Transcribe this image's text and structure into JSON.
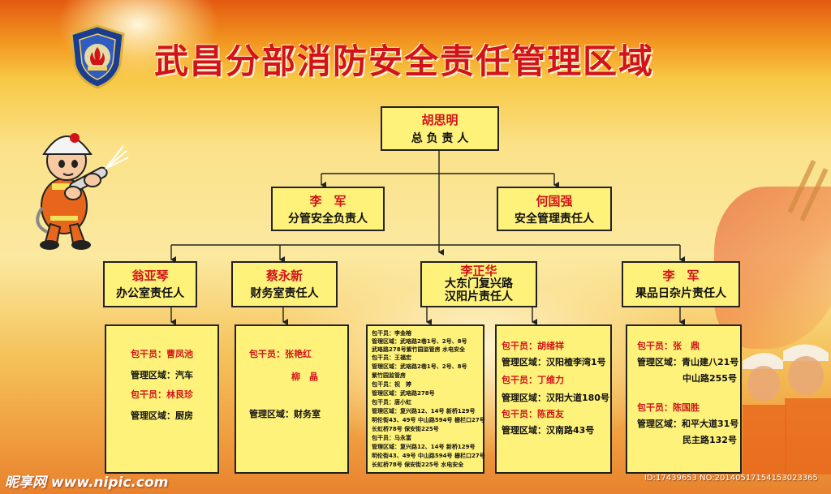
{
  "title": "武昌分部消防安全责任管理区域",
  "chief": {
    "name": "胡思明",
    "role": "总 负 责 人"
  },
  "deputies": [
    {
      "name": "李　军",
      "role": "分管安全负责人"
    },
    {
      "name": "何国强",
      "role": "安全管理责任人"
    }
  ],
  "level3": [
    {
      "name": "翁亚琴",
      "role": "办公室责任人"
    },
    {
      "name": "蔡永新",
      "role": "财务室责任人"
    },
    {
      "name": "李正华",
      "role": "大东门复兴路",
      "role2": "汉阳片责任人"
    },
    {
      "name": "李　军",
      "role": "果品日杂片责任人"
    }
  ],
  "panel1": {
    "lines": [
      {
        "label": "包干员：",
        "value": "曹凤池"
      },
      {
        "label": "管理区域：",
        "value": "汽车"
      },
      {
        "label": "包干员：",
        "value": "林艮珍"
      },
      {
        "label": "管理区域：",
        "value": "厨房"
      }
    ]
  },
  "panel2": {
    "lines": [
      {
        "label": "包干员：",
        "value": "张艳红"
      },
      {
        "label": "",
        "value": "柳　晶"
      },
      {
        "label": "管理区域：",
        "value": "财务室"
      }
    ]
  },
  "panel3": {
    "lines": [
      "包干员：李金榕",
      "管理区域：武珞路2巷1号、2号、8号",
      "武珞路278号紫竹园监管房  水电安全",
      "包干员：王福宏",
      "管理区域：武珞路2巷1号、2号、8号",
      "紫竹园监管房",
      "包干员：祝　婷",
      "管理区域：武珞路278号",
      "包干员：唐小虹",
      "管理区域：复兴路12、14号  新桥129号",
      "明伦街43、49号  中山路594号  栅栏口27号",
      "长虹桥78号  保安街225号",
      "包干员：马永富",
      "管理区域：复兴路12、14号  新桥129号",
      "明伦街43、49号  中山路594号  栅栏口27号",
      "长虹桥78号  保安街225号  水电安全"
    ]
  },
  "panel4": {
    "lines": [
      {
        "label": "包干员：",
        "value": "胡绪祥"
      },
      {
        "label": "管理区域：",
        "value": "汉阳楂李湾1号"
      },
      {
        "label": "包干员：",
        "value": "丁维力"
      },
      {
        "label": "管理区域：",
        "value": "汉阳大道180号"
      },
      {
        "label": "包干员：",
        "value": "陈西友"
      },
      {
        "label": "管理区域：",
        "value": "汉南路43号"
      }
    ]
  },
  "panel5": {
    "lines": [
      {
        "label": "包干员：",
        "value": "张　鼎"
      },
      {
        "label": "管理区域：",
        "value": "青山建八21号"
      },
      {
        "label": "",
        "value": "中山路255号"
      },
      {
        "label": "包干员：",
        "value": "陈国胜"
      },
      {
        "label": "管理区域：",
        "value": "和平大道31号"
      },
      {
        "label": "",
        "value": "民主路132号"
      }
    ]
  },
  "watermark_left": "昵享网 www.nipic.com",
  "watermark_right": "ID:17439653 NO:20140517154153023365",
  "colors": {
    "accent_red": "#d2141a",
    "box_fill": "#fff27a"
  }
}
